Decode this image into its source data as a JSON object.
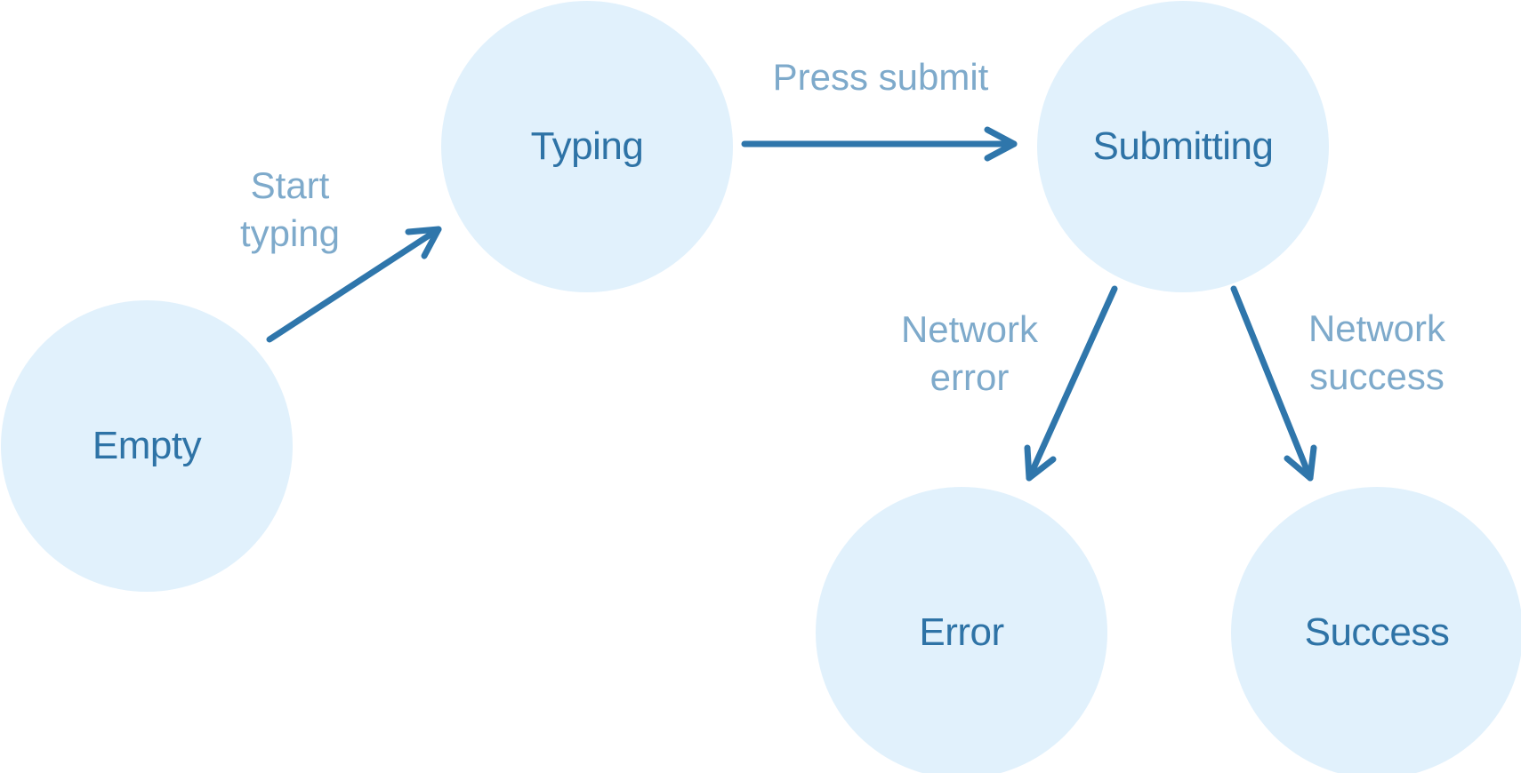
{
  "diagram": {
    "kind": "state-machine",
    "states": [
      {
        "id": "empty",
        "label": "Empty"
      },
      {
        "id": "typing",
        "label": "Typing"
      },
      {
        "id": "submitting",
        "label": "Submitting"
      },
      {
        "id": "error",
        "label": "Error"
      },
      {
        "id": "success",
        "label": "Success"
      }
    ],
    "transitions": [
      {
        "from": "empty",
        "to": "typing",
        "label": "Start typing"
      },
      {
        "from": "typing",
        "to": "submitting",
        "label": "Press submit"
      },
      {
        "from": "submitting",
        "to": "error",
        "label": "Network error"
      },
      {
        "from": "submitting",
        "to": "success",
        "label": "Network success"
      }
    ],
    "colors": {
      "background": "#FFFFFF",
      "state_fill": "#E1F1FC",
      "state_text": "#2E73A6",
      "arrow": "#2F76AB",
      "transition_label": "#7EAACB"
    }
  }
}
